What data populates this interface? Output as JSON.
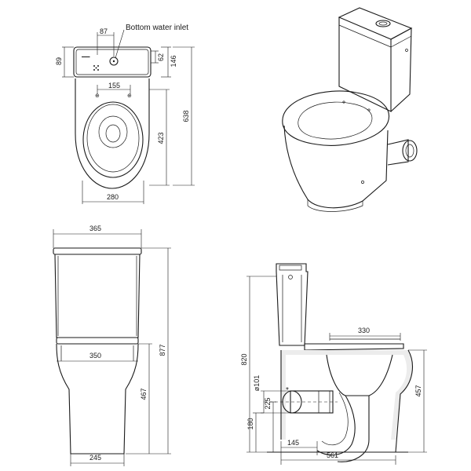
{
  "labels": {
    "bottom_water_inlet": "Bottom water inlet",
    "star_marker": "*"
  },
  "top_view": {
    "dims": {
      "d87": "87",
      "d89": "89",
      "d62": "62",
      "d146": "146",
      "d155": "155",
      "d423": "423",
      "d638": "638",
      "d280": "280"
    }
  },
  "front_view": {
    "dims": {
      "d365": "365",
      "d350": "350",
      "d877": "877",
      "d467": "467",
      "d245": "245"
    }
  },
  "side_view": {
    "dims": {
      "d330": "330",
      "d820": "820",
      "d101": "ø101",
      "d225": "225",
      "d180": "180",
      "d145": "145",
      "d561": "561",
      "d457": "457"
    }
  }
}
